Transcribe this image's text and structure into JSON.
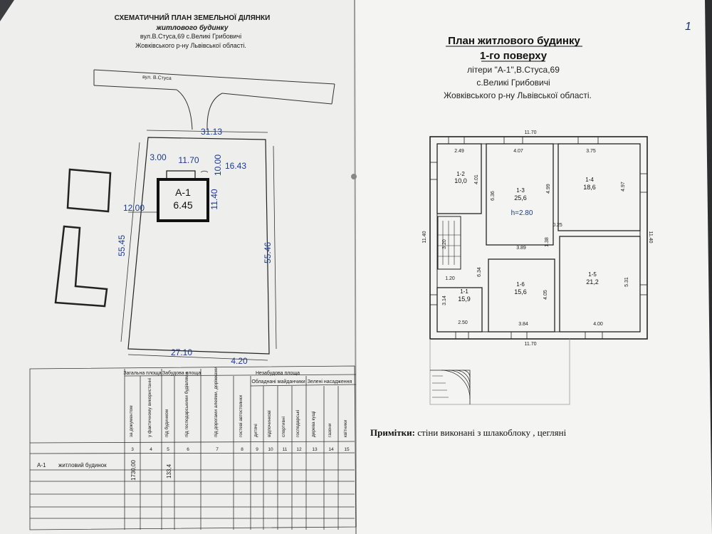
{
  "left": {
    "header": {
      "title": "СХЕМАТИЧНИЙ ПЛАН ЗЕМЕЛЬНОЇ ДІЛЯНКИ",
      "subtitle": "житлового будинку",
      "address1": "вул.В.Стуса,69   с.Великі Грибовичі",
      "address2": "Жовківського р-ну  Львівської області."
    },
    "street": "вул. В.Стуса",
    "dims": {
      "top": "31.13",
      "d300": "3.00",
      "d1170": "11.70",
      "d1000": "10.00",
      "d1643": "16.43",
      "d1140": "11.40",
      "d1200": "12.00",
      "d5545": "55.45",
      "d5546": "55.46",
      "d2710": "27.10",
      "d420": "4.20"
    },
    "building": {
      "code": "А-1",
      "value": "6.45"
    },
    "table": {
      "h_total": "Загальна площа",
      "h_built": "Забудова площа",
      "h_unbuilt": "Незабудова площа",
      "h_yards": "Обладнані майданчики",
      "h_green": "Зелені насадження",
      "vcols": [
        "за документом",
        "у фактичному використанні",
        "під будинком",
        "під господарськими будівлями",
        "під дорогами алеями, доріжками",
        "гостеві автостоянки",
        "дитячі",
        "відпочинкові",
        "спортивні",
        "господарські",
        "дерева кущі",
        "газони",
        "квітники"
      ],
      "numbers": [
        "3",
        "4",
        "5",
        "6",
        "7",
        "8",
        "9",
        "10",
        "11",
        "12",
        "13",
        "14",
        "15"
      ],
      "row_code": "А-1",
      "row_name": "житловий будинок",
      "row_v1": "1730,00",
      "row_v2": "133,4"
    }
  },
  "right": {
    "page_number": "1",
    "title1": "План житлового будинку",
    "title2": "1-го поверху",
    "line3": "літери \"А-1\",В.Стуса,69",
    "line4": "с.Великі Грибовичі",
    "line5": "Жовківського р-ну  Львівської області.",
    "plan": {
      "top": "11.70",
      "bottom": "11.70",
      "left": "11.40",
      "right": "11.40",
      "height_label": "h=2.80",
      "dims": {
        "a249": "2.49",
        "a407": "4.07",
        "a375": "3.75",
        "a401": "4.01",
        "a636": "6.36",
        "a499": "4.99",
        "a497": "4.97",
        "a025": "0.25",
        "a138": "1.38",
        "a389": "3.89",
        "a320": "3.20",
        "a120": "1.20",
        "a634": "6.34",
        "a314": "3.14",
        "a405": "4.05",
        "a531": "5.31",
        "a250": "2.50",
        "a384": "3.84",
        "a400": "4.00"
      },
      "rooms": [
        {
          "id": "1-1",
          "area": "15,9"
        },
        {
          "id": "1-2",
          "area": "10,0"
        },
        {
          "id": "1-3",
          "area": "25,6"
        },
        {
          "id": "1-4",
          "area": "18,6"
        },
        {
          "id": "1-5",
          "area": "21,2"
        },
        {
          "id": "1-6",
          "area": "15,6"
        }
      ]
    },
    "note_label": "Примітки:",
    "note_text": " стіни виконані з шлакоблоку , цегляні"
  }
}
